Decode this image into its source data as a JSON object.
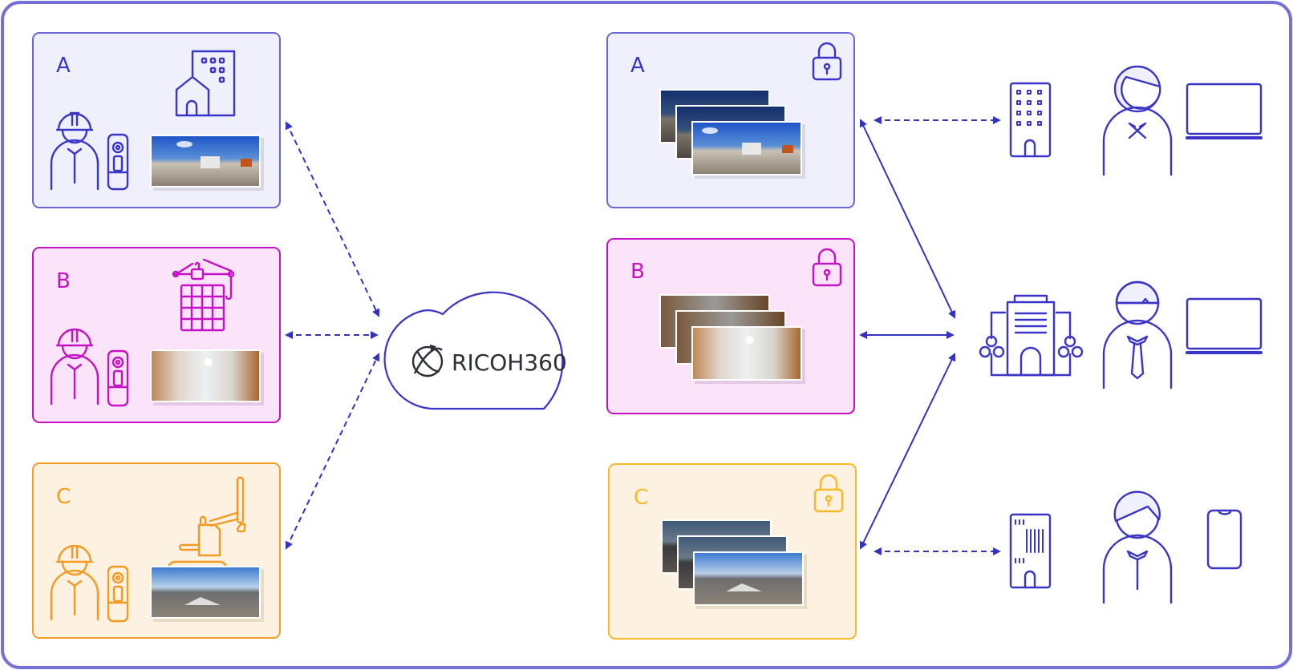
{
  "colors": {
    "frame": "#7470d8",
    "arrow": "#3333c0",
    "icon_blue": "#3a35c8",
    "A_border": "#6a66d6",
    "A_fill": "#f0f0fd",
    "A_text": "#3a35c8",
    "B_border": "#c412c4",
    "B_fill": "#fbe3f9",
    "B_text": "#c412c4",
    "C_border": "#f4a028",
    "C_fill": "#fdf2e2",
    "C_text": "#f59a20",
    "C2_border": "#f8b828"
  },
  "cloud": {
    "brand_label": "RICOH360",
    "logo_icon": "ricoh360-logo-icon"
  },
  "sites": [
    {
      "label": "A",
      "building_icon": "house-office-building-icon",
      "worker_icon": "worker-helmet-icon",
      "camera_icon": "360-camera-icon",
      "photo": "construction-site-panorama"
    },
    {
      "label": "B",
      "building_icon": "crane-building-icon",
      "worker_icon": "worker-helmet-icon",
      "camera_icon": "360-camera-icon",
      "photo": "interior-panorama"
    },
    {
      "label": "C",
      "building_icon": "excavator-icon",
      "worker_icon": "worker-helmet-icon",
      "camera_icon": "360-camera-icon",
      "photo": "outdoor-panorama"
    }
  ],
  "storage": [
    {
      "label": "A",
      "lock_icon": "lock-icon"
    },
    {
      "label": "B",
      "lock_icon": "lock-icon"
    },
    {
      "label": "C",
      "lock_icon": "lock-icon"
    }
  ],
  "viewers": [
    {
      "building_icon": "office-building-icon",
      "person_icon": "woman-icon",
      "device_icon": "laptop-icon",
      "link": "dashed"
    },
    {
      "building_icon": "headquarters-icon",
      "person_icon": "man-tie-icon",
      "device_icon": "laptop-icon",
      "link": "solid"
    },
    {
      "building_icon": "tall-building-icon",
      "person_icon": "man-icon",
      "device_icon": "smartphone-icon",
      "link": "dashed"
    }
  ]
}
